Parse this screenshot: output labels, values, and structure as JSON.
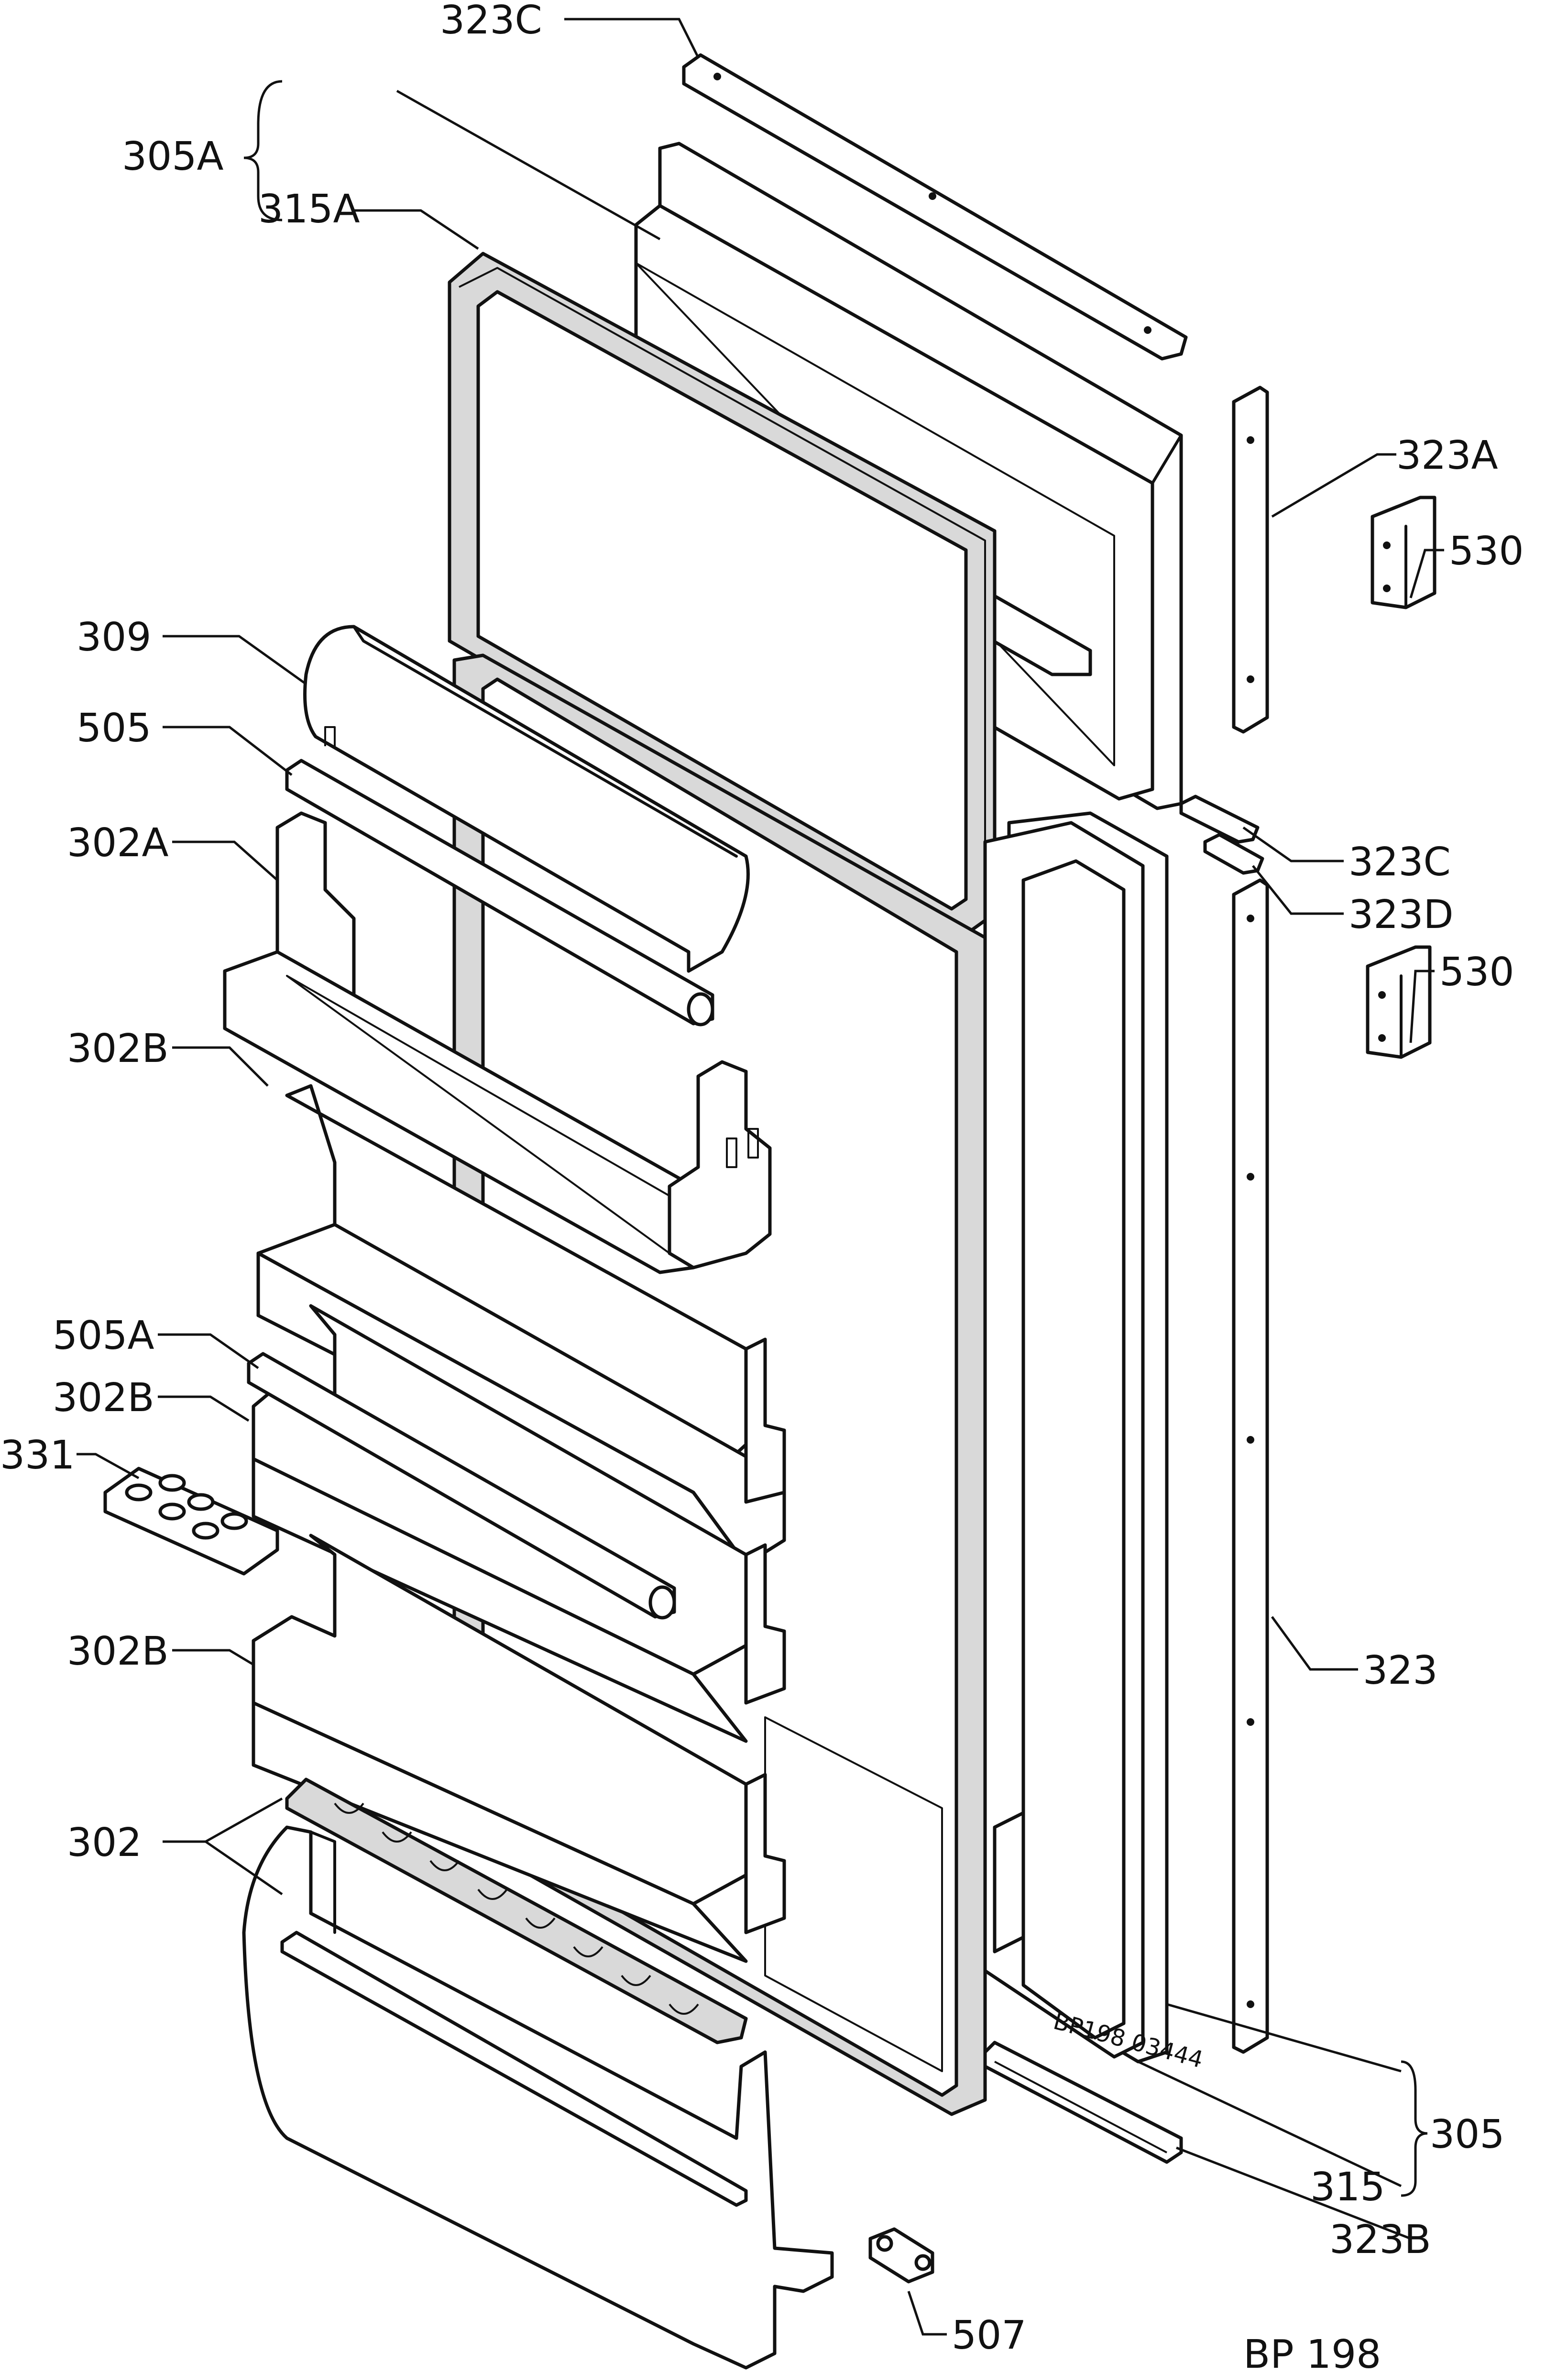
{
  "labels": {
    "l_323c_top": "323C",
    "l_305a": "305A",
    "l_315a": "315A",
    "l_323a": "323A",
    "l_530_top": "530",
    "l_309": "309",
    "l_505": "505",
    "l_302a": "302A",
    "l_323c_mid": "323C",
    "l_323d": "323D",
    "l_530_mid": "530",
    "l_302b_1": "302B",
    "l_505a": "505A",
    "l_302b_2": "302B",
    "l_331": "331",
    "l_302b_3": "302B",
    "l_323": "323",
    "l_302": "302",
    "l_305": "305",
    "l_315": "315",
    "l_323b": "323B",
    "l_507": "507",
    "stamp": "BP198 03444",
    "drawing_code": "BP 198"
  }
}
